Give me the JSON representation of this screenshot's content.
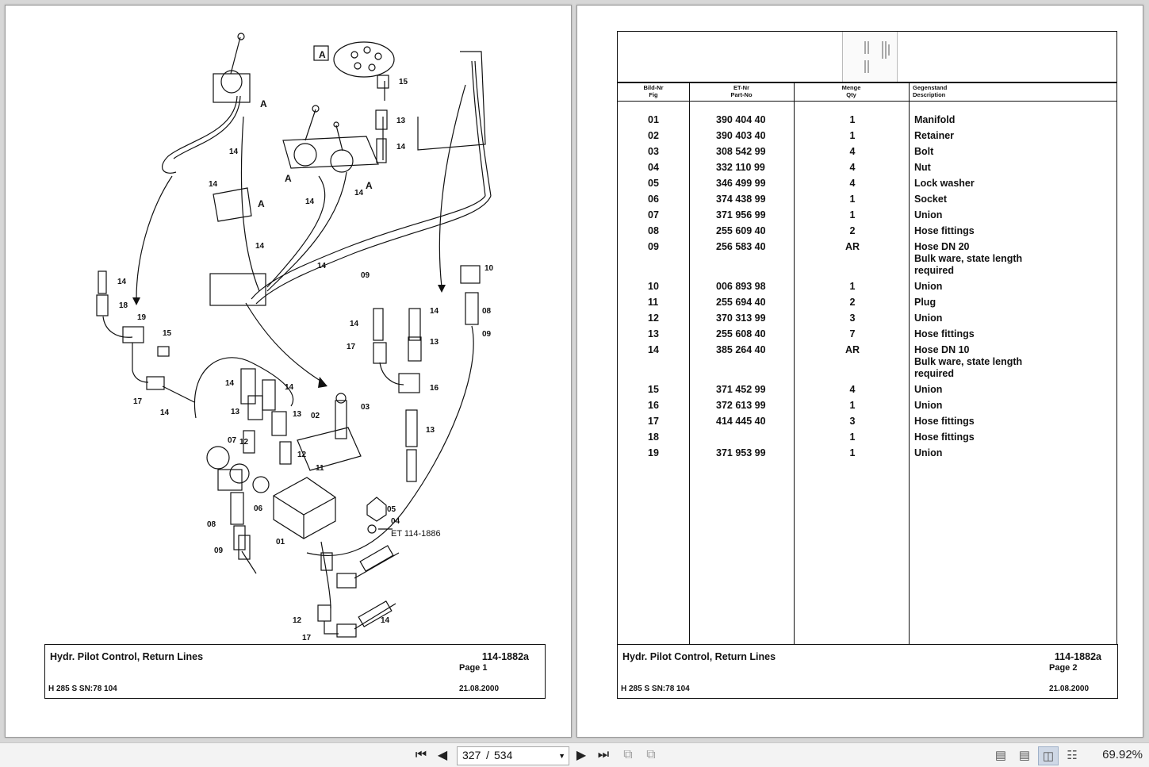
{
  "page1": {
    "diagram_labels": {
      "view_a": "A",
      "callouts": [
        "14",
        "15",
        "13",
        "14",
        "14",
        "14",
        "A",
        "A",
        "A",
        "14",
        "14",
        "14",
        "14",
        "09",
        "10",
        "08",
        "09",
        "14",
        "18",
        "19",
        "15",
        "17",
        "14",
        "14",
        "14",
        "14",
        "13",
        "13",
        "02",
        "03",
        "12",
        "13",
        "12",
        "11",
        "07",
        "06",
        "08",
        "09",
        "01",
        "05",
        "04",
        "14",
        "17",
        "13",
        "16",
        "14",
        "12",
        "17",
        "14"
      ],
      "ref_label": "ET 114-1886"
    },
    "titlebox": {
      "title": "Hydr. Pilot Control, Return Lines",
      "doc_number": "114-1882a",
      "page": "Page 1",
      "model": "H 285 S SN:78 104",
      "date": "21.08.2000"
    }
  },
  "page2": {
    "table_header": {
      "fig_de": "Bild-Nr",
      "fig_en": "Fig",
      "part_de": "ET-Nr",
      "part_en": "Part-No",
      "qty_de": "Menge",
      "qty_en": "Qty",
      "desc_de": "Gegenstand",
      "desc_en": "Description"
    },
    "parts": [
      {
        "fig": "01",
        "part": "390 404 40",
        "qty": "1",
        "desc": [
          "Manifold"
        ]
      },
      {
        "fig": "02",
        "part": "390 403 40",
        "qty": "1",
        "desc": [
          "Retainer"
        ]
      },
      {
        "fig": "03",
        "part": "308 542 99",
        "qty": "4",
        "desc": [
          "Bolt"
        ]
      },
      {
        "fig": "04",
        "part": "332 110 99",
        "qty": "4",
        "desc": [
          "Nut"
        ]
      },
      {
        "fig": "05",
        "part": "346 499 99",
        "qty": "4",
        "desc": [
          "Lock washer"
        ]
      },
      {
        "fig": "06",
        "part": "374 438 99",
        "qty": "1",
        "desc": [
          "Socket"
        ]
      },
      {
        "fig": "07",
        "part": "371 956 99",
        "qty": "1",
        "desc": [
          "Union"
        ]
      },
      {
        "fig": "08",
        "part": "255 609 40",
        "qty": "2",
        "desc": [
          "Hose fittings"
        ]
      },
      {
        "fig": "09",
        "part": "256 583 40",
        "qty": "AR",
        "desc": [
          "Hose DN 20",
          "Bulk ware, state length",
          "required"
        ]
      },
      {
        "fig": "10",
        "part": "006 893 98",
        "qty": "1",
        "desc": [
          "Union"
        ]
      },
      {
        "fig": "11",
        "part": "255 694 40",
        "qty": "2",
        "desc": [
          "Plug"
        ]
      },
      {
        "fig": "12",
        "part": "370 313 99",
        "qty": "3",
        "desc": [
          "Union"
        ]
      },
      {
        "fig": "13",
        "part": "255 608 40",
        "qty": "7",
        "desc": [
          "Hose fittings"
        ]
      },
      {
        "fig": "14",
        "part": "385 264 40",
        "qty": "AR",
        "desc": [
          "Hose DN 10",
          "Bulk ware, state length",
          "required"
        ]
      },
      {
        "fig": "15",
        "part": "371 452 99",
        "qty": "4",
        "desc": [
          "Union"
        ]
      },
      {
        "fig": "16",
        "part": "372 613 99",
        "qty": "1",
        "desc": [
          "Union"
        ]
      },
      {
        "fig": "17",
        "part": "414 445 40",
        "qty": "3",
        "desc": [
          "Hose fittings"
        ]
      },
      {
        "fig": "18",
        "part": "",
        "qty": "1",
        "desc": [
          "Hose fittings"
        ]
      },
      {
        "fig": "19",
        "part": "371 953 99",
        "qty": "1",
        "desc": [
          "Union"
        ]
      }
    ],
    "titlebox": {
      "title": "Hydr. Pilot Control, Return Lines",
      "doc_number": "114-1882a",
      "page": "Page 2",
      "model": "H 285 S SN:78 104",
      "date": "21.08.2000"
    }
  },
  "toolbar": {
    "current_page": "327",
    "separator": "/",
    "total_pages": "534",
    "zoom": "69.92%",
    "icons": [
      "first-page-icon",
      "prev-page-icon",
      "next-page-icon",
      "last-page-icon",
      "rotate-prev-icon",
      "rotate-next-icon",
      "single-page-view-icon",
      "continuous-view-icon",
      "facing-view-icon",
      "continuous-facing-view-icon"
    ]
  }
}
